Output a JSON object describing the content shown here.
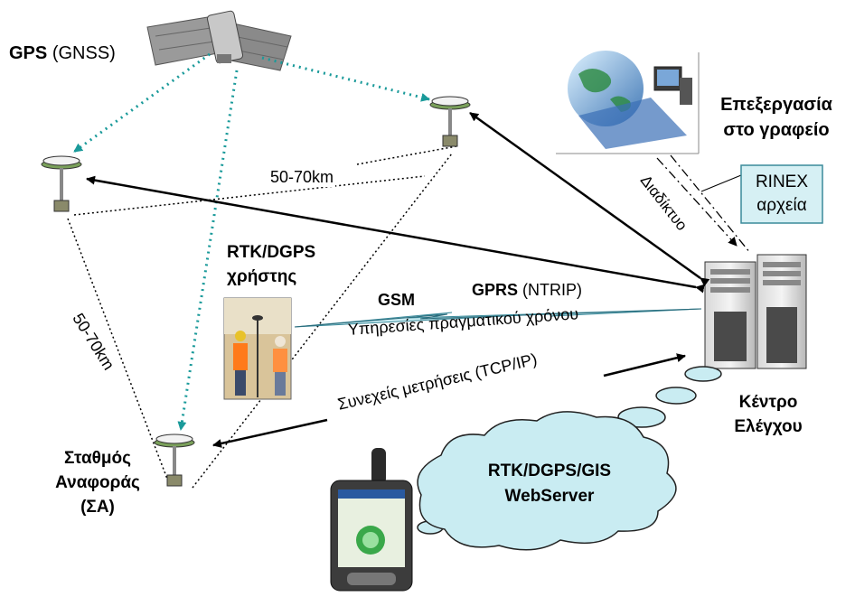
{
  "labels": {
    "gps_bold": "GPS",
    "gps_rest": "(GNSS)",
    "office_line1": "Επεξεργασία",
    "office_line2": "στο γραφείο",
    "rinex_line1": "RINEX",
    "rinex_line2": "αρχεία",
    "internet": "Διαδίκτυο",
    "distance_top": "50-70km",
    "distance_left": "50-70km",
    "user_line1": "RTK/DGPS",
    "user_line2": "χρήστης",
    "gsm": "GSM",
    "gprs_bold": "GPRS",
    "gprs_rest": "(NTRIP)",
    "realtime_services": "Υπηρεσίες πραγματικού χρόνου",
    "continuous": "Συνεχείς μετρήσεις (TCP/IP)",
    "control_line1": "Κέντρο",
    "control_line2": "Ελέγχου",
    "station_line1": "Σταθμός",
    "station_line2": "Αναφοράς",
    "station_line3": "(ΣΑ)",
    "cloud_line1": "RTK/DGPS/GIS",
    "cloud_line2": "WebServer"
  },
  "colors": {
    "satellite_link": "#1a9a9a",
    "cloud_fill": "#c9ecf2",
    "rinex_border": "#3a8a9a",
    "rinex_fill": "#d6f0f4"
  }
}
